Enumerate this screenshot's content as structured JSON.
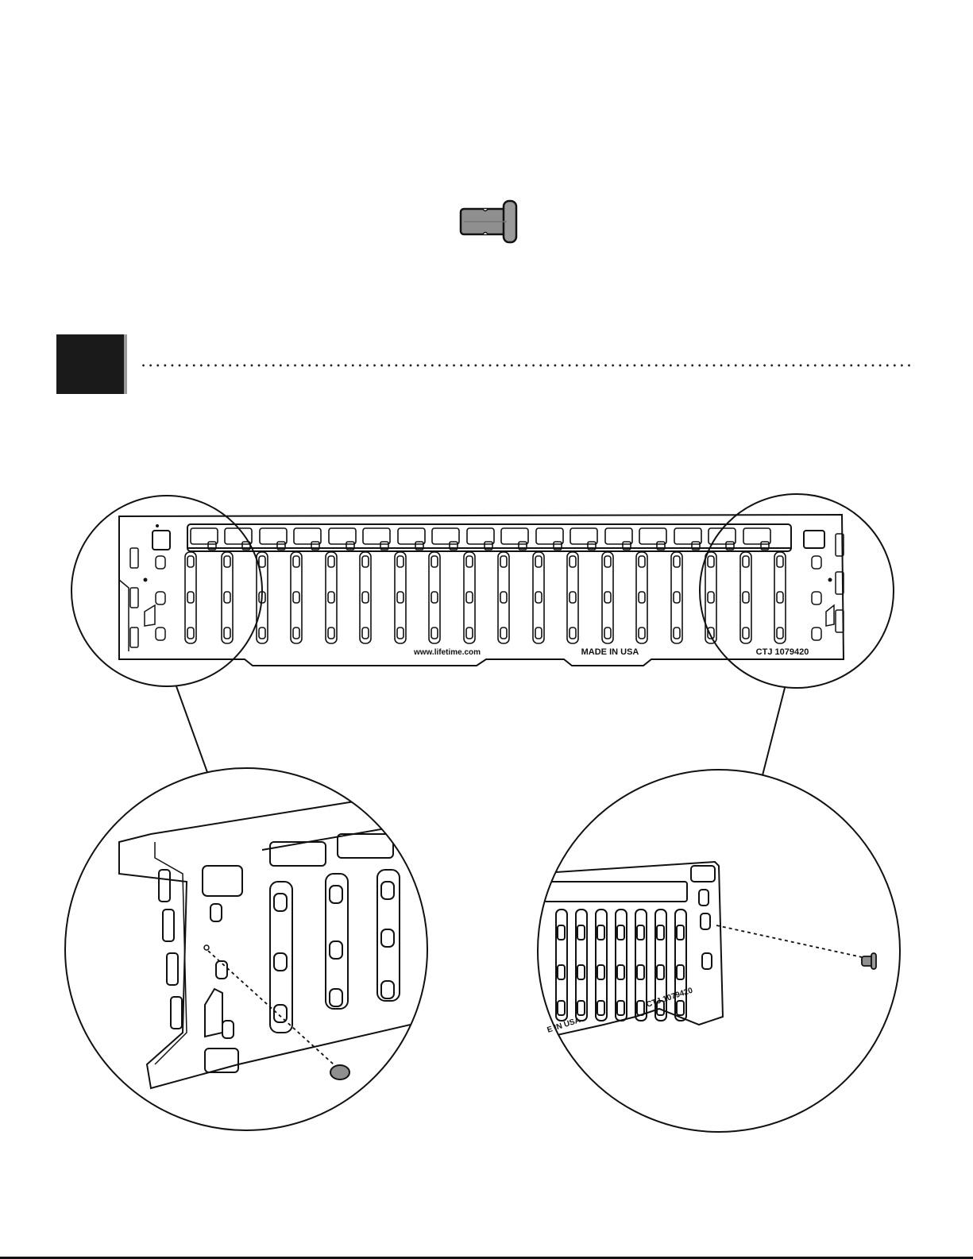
{
  "step": {
    "number": ""
  },
  "hardware": {
    "icon": "plastic-pin-icon"
  },
  "panel": {
    "website": "www.lifetime.com",
    "origin": "MADE IN USA",
    "part_code": "CTJ  1079420"
  },
  "detail_right": {
    "origin_fragment": "E IN USA",
    "part_code_fragment": "CTJ  1079420"
  },
  "colors": {
    "ink": "#111111",
    "step_block": "#1a1a1a",
    "step_shadow": "#9a9a9a",
    "pin_fill": "#8f8f8f"
  }
}
